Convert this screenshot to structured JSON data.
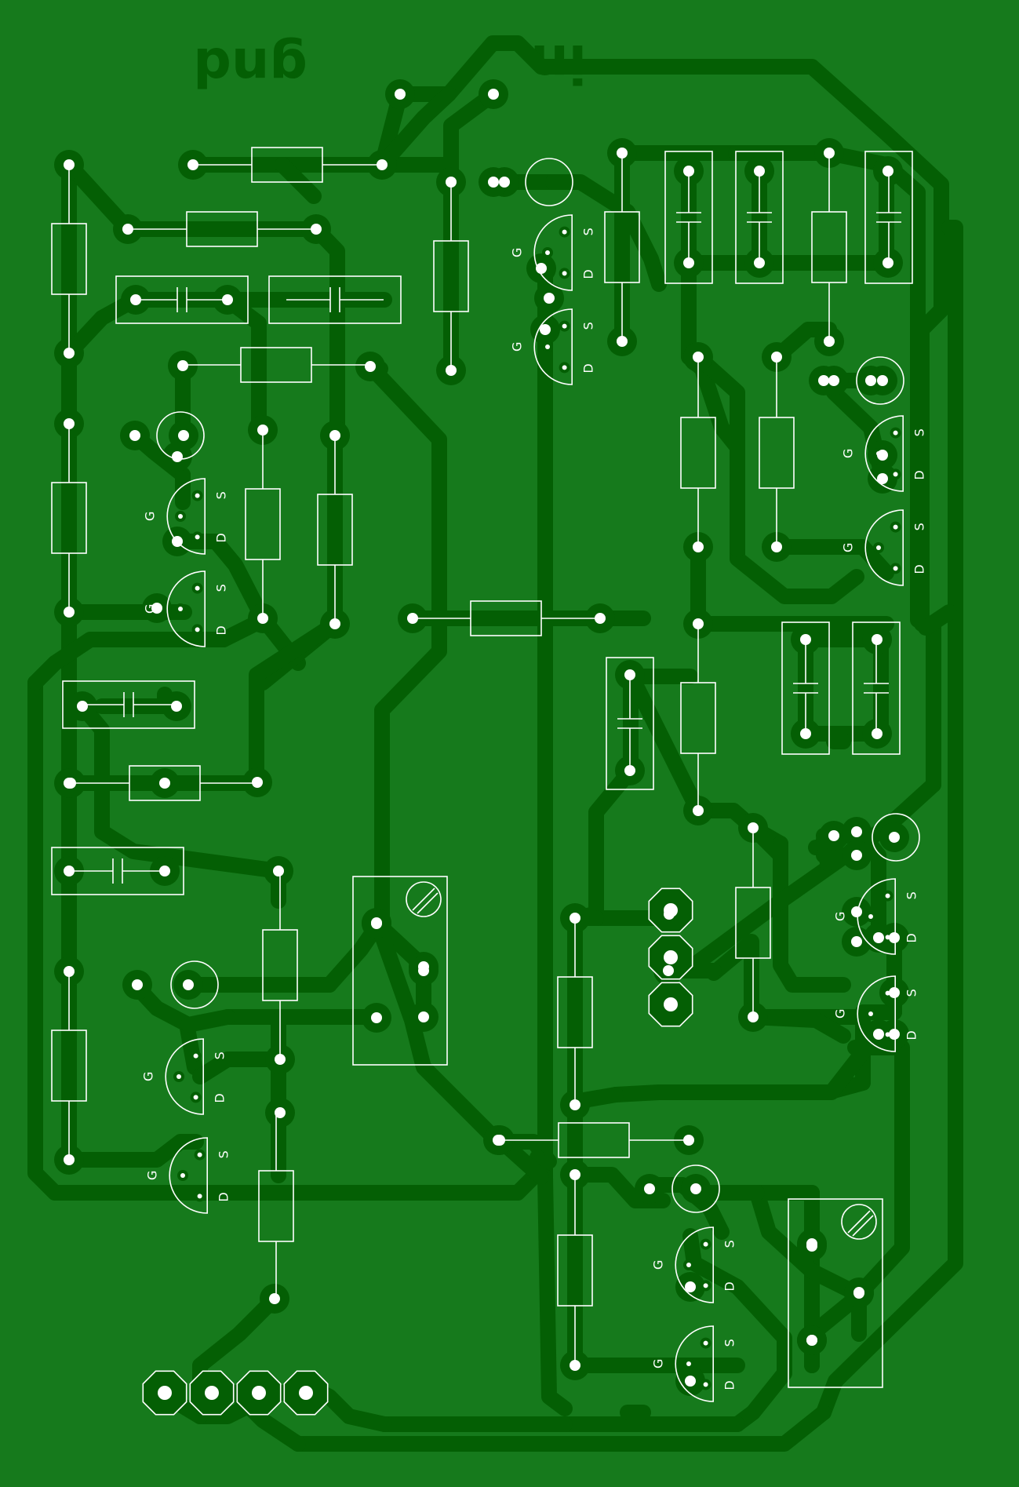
{
  "board": {
    "silk_labels": [
      {
        "id": "gnd",
        "text": "gnd"
      },
      {
        "id": "in",
        "text": "in"
      }
    ],
    "fet_pins": {
      "gate": "G",
      "source": "S",
      "drain": "D"
    },
    "colors": {
      "substrate": "#167a1c",
      "copper": "#045f04",
      "silkscreen": "#ffffff",
      "drill": "#ffffff"
    }
  }
}
